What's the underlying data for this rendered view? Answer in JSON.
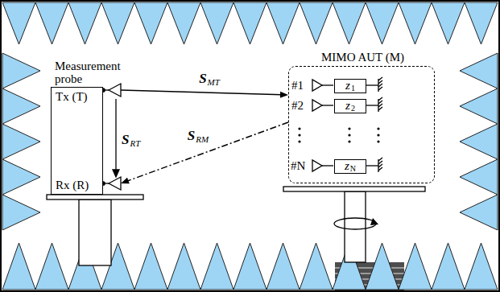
{
  "diagram": {
    "nodes": [
      {
        "text": [
          "Measurement probe",
          "Tx (T)",
          "Rx (R)"
        ]
      },
      {
        "text": [
          "MIMO AUT (M)"
        ]
      },
      {
        "text": [
          "z1"
        ],
        "in": 1
      },
      {
        "text": [
          "z2"
        ],
        "in": 1
      },
      {
        "text": [
          "zN"
        ],
        "in": 1
      }
    ],
    "edges": [
      {
        "from": 0,
        "to": 1,
        "arrow": "to",
        "label": "SMT"
      },
      {
        "from": 1,
        "to": 0,
        "arrow": "to",
        "label": "SRM"
      }
    ],
    "labels": [
      "SRT",
      "#1",
      "#2",
      "#N"
    ]
  }
}
